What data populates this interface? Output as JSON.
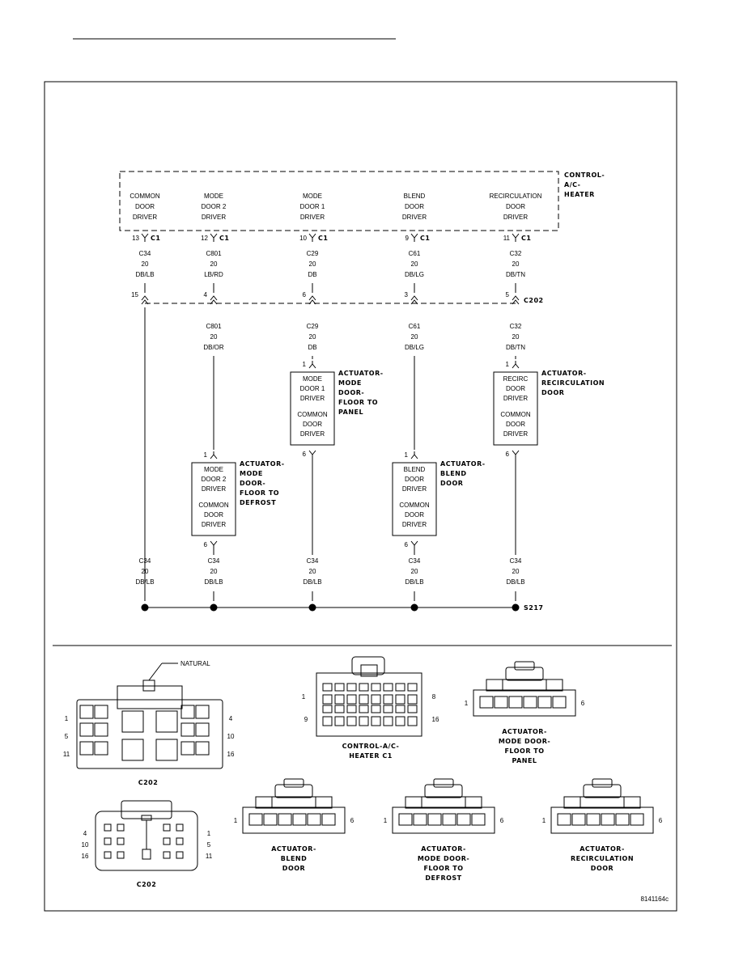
{
  "module": {
    "name_lines": [
      "CONTROL-",
      "A/C-",
      "HEATER"
    ],
    "connector": "C1",
    "drivers": [
      {
        "id": "common",
        "lines": [
          "COMMON",
          "DOOR",
          "DRIVER"
        ],
        "pin": "13",
        "circuit": "C34",
        "gauge": "20",
        "color": "DB/LB"
      },
      {
        "id": "mode2",
        "lines": [
          "MODE",
          "DOOR 2",
          "DRIVER"
        ],
        "pin": "12",
        "circuit": "C801",
        "gauge": "20",
        "color": "LB/RD"
      },
      {
        "id": "mode1",
        "lines": [
          "MODE",
          "DOOR 1",
          "DRIVER"
        ],
        "pin": "10",
        "circuit": "C29",
        "gauge": "20",
        "color": "DB"
      },
      {
        "id": "blend",
        "lines": [
          "BLEND",
          "DOOR",
          "DRIVER"
        ],
        "pin": "9",
        "circuit": "C61",
        "gauge": "20",
        "color": "DB/LG"
      },
      {
        "id": "recirc",
        "lines": [
          "RECIRCULATION",
          "DOOR",
          "DRIVER"
        ],
        "pin": "11",
        "circuit": "C32",
        "gauge": "20",
        "color": "DB/TN"
      }
    ]
  },
  "inline_connector": {
    "name": "C202",
    "pins": [
      "15",
      "4",
      "6",
      "3",
      "5"
    ],
    "below_wires": [
      {
        "circuit": "C801",
        "gauge": "20",
        "color": "DB/OR"
      },
      {
        "circuit": "C29",
        "gauge": "20",
        "color": "DB"
      },
      {
        "circuit": "C61",
        "gauge": "20",
        "color": "DB/LG"
      },
      {
        "circuit": "C32",
        "gauge": "20",
        "color": "DB/TN"
      }
    ]
  },
  "actuators": {
    "mode2": {
      "label": [
        "ACTUATOR-",
        "MODE",
        "DOOR-",
        "FLOOR TO",
        "DEFROST"
      ],
      "top": [
        "MODE",
        "DOOR 2",
        "DRIVER"
      ],
      "bottom": [
        "COMMON",
        "DOOR",
        "DRIVER"
      ],
      "pin_in": "1",
      "pin_out": "6"
    },
    "mode1": {
      "label": [
        "ACTUATOR-",
        "MODE",
        "DOOR-",
        "FLOOR TO",
        "PANEL"
      ],
      "top": [
        "MODE",
        "DOOR 1",
        "DRIVER"
      ],
      "bottom": [
        "COMMON",
        "DOOR",
        "DRIVER"
      ],
      "pin_in": "1",
      "pin_out": "6"
    },
    "blend": {
      "label": [
        "ACTUATOR-",
        "BLEND",
        "DOOR"
      ],
      "top": [
        "BLEND",
        "DOOR",
        "DRIVER"
      ],
      "bottom": [
        "COMMON",
        "DOOR",
        "DRIVER"
      ],
      "pin_in": "1",
      "pin_out": "6"
    },
    "recirc": {
      "label": [
        "ACTUATOR-",
        "RECIRCULATION",
        "DOOR"
      ],
      "top": [
        "RECIRC",
        "DOOR",
        "DRIVER"
      ],
      "bottom": [
        "COMMON",
        "DOOR",
        "DRIVER"
      ],
      "pin_in": "1",
      "pin_out": "6"
    }
  },
  "ground_wire": {
    "circuit": "C34",
    "gauge": "20",
    "color": "DB/LB"
  },
  "splice": "S217",
  "connector_views": {
    "natural": "NATURAL",
    "c202_label": "C202",
    "c202_face_pins": {
      "left": [
        "1",
        "5",
        "11"
      ],
      "right": [
        "4",
        "10",
        "16"
      ]
    },
    "c202_rear_pins": {
      "left": [
        "4",
        "10",
        "16"
      ],
      "right": [
        "1",
        "5",
        "11"
      ]
    },
    "c1_label": [
      "CONTROL-A/C-",
      "HEATER C1"
    ],
    "c1_pins": {
      "tl": "1",
      "tr": "8",
      "bl": "9",
      "br": "16"
    },
    "act_pins": {
      "left": "1",
      "right": "6"
    },
    "act_labels": {
      "panel": [
        "ACTUATOR-",
        "MODE DOOR-",
        "FLOOR TO",
        "PANEL"
      ],
      "blend": [
        "ACTUATOR-",
        "BLEND",
        "DOOR"
      ],
      "defrost": [
        "ACTUATOR-",
        "MODE DOOR-",
        "FLOOR TO",
        "DEFROST"
      ],
      "recirc": [
        "ACTUATOR-",
        "RECIRCULATION",
        "DOOR"
      ]
    }
  },
  "figure_code": "8141164c"
}
